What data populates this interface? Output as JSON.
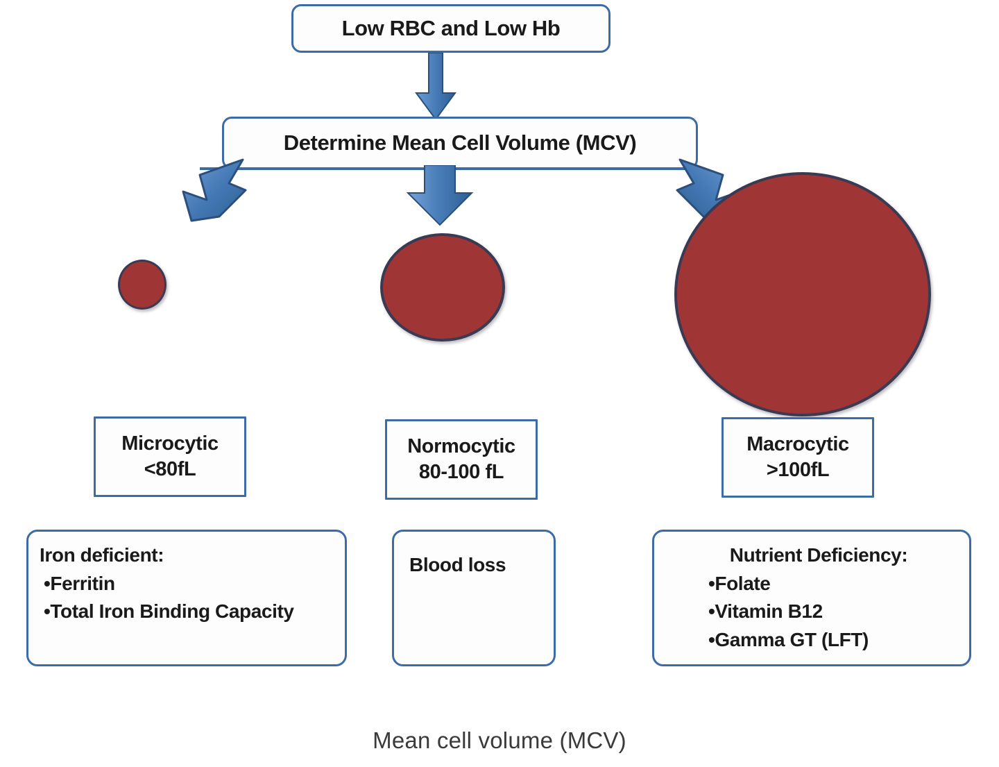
{
  "diagram": {
    "caption": "Mean cell volume (MCV)",
    "colors": {
      "box_border": "#3d6ba5",
      "arrow_fill": "#3d6ba5",
      "rbc_fill": "#a03535",
      "rbc_outline": "#3a3a52",
      "text": "#1a1a1a",
      "caption_text": "#3a3a3a"
    },
    "nodes": {
      "top": {
        "label": "Low RBC and Low Hb"
      },
      "mcv": {
        "label": "Determine Mean Cell Volume (MCV)"
      },
      "microcytic": {
        "title": "Microcytic",
        "value": "<80fL"
      },
      "normocytic": {
        "title": "Normocytic",
        "value": "80-100 fL"
      },
      "macrocytic": {
        "title": "Macrocytic",
        "value": ">100fL"
      },
      "iron": {
        "title": "Iron deficient:",
        "items": [
          "•Ferritin",
          "•Total Iron Binding Capacity"
        ]
      },
      "blood": {
        "title": "Blood loss"
      },
      "nutrient": {
        "title": "Nutrient Deficiency:",
        "items": [
          "•Folate",
          "•Vitamin B12",
          "•Gamma GT (LFT)"
        ]
      }
    },
    "cells": {
      "small": {
        "name": "microcytic-red-blood-cell"
      },
      "medium": {
        "name": "normocytic-red-blood-cell"
      },
      "large": {
        "name": "macrocytic-red-blood-cell"
      }
    },
    "arrows": {
      "top": "down-arrow",
      "left": "down-left-arrow",
      "middle": "down-arrow",
      "right": "down-right-arrow"
    }
  }
}
